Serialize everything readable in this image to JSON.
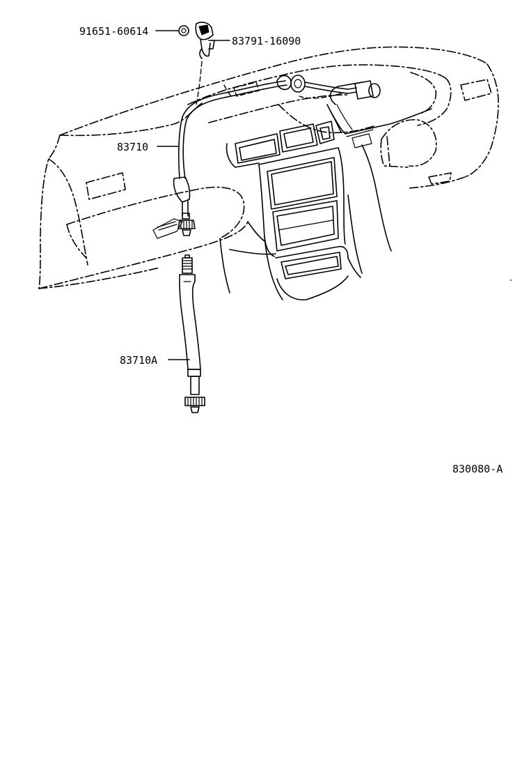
{
  "labels": {
    "bolt": "91651-60614",
    "clamp": "83791-16090",
    "cable_upper": "83710",
    "cable_lower": "83710A",
    "figure_code": "830080-A"
  }
}
